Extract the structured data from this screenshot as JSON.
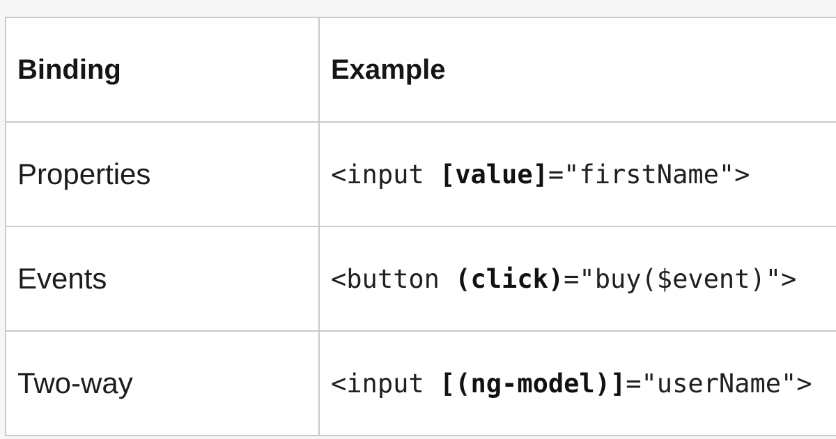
{
  "table": {
    "headers": {
      "binding": "Binding",
      "example": "Example"
    },
    "rows": [
      {
        "binding": "Properties",
        "example": {
          "prefix": "<input ",
          "bold": "[value]",
          "suffix": "=\"firstName\">"
        }
      },
      {
        "binding": "Events",
        "example": {
          "prefix": "<button ",
          "bold": "(click)",
          "suffix": "=\"buy($event)\">"
        }
      },
      {
        "binding": "Two-way",
        "example": {
          "prefix": "<input ",
          "bold": "[(ng-model)]",
          "suffix": "=\"userName\">"
        }
      }
    ]
  }
}
